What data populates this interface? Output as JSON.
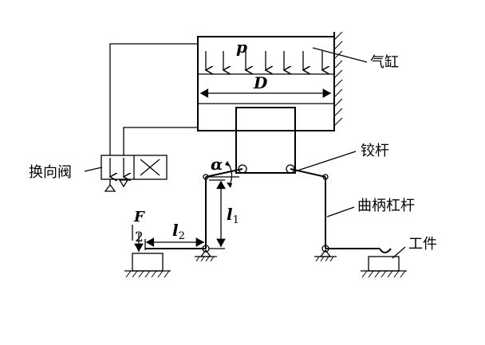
{
  "labels": {
    "pressure": "p",
    "diameter": "D",
    "cylinder": "气缸",
    "hinge_rod": "铰杆",
    "valve": "换向阀",
    "crank_lever": "曲柄杠杆",
    "workpiece": "工件",
    "angle": "α",
    "force_num": "F",
    "force_den": "2",
    "l2_base": "l",
    "l2_sub": "2",
    "l1_base": "l",
    "l1_sub": "1"
  }
}
